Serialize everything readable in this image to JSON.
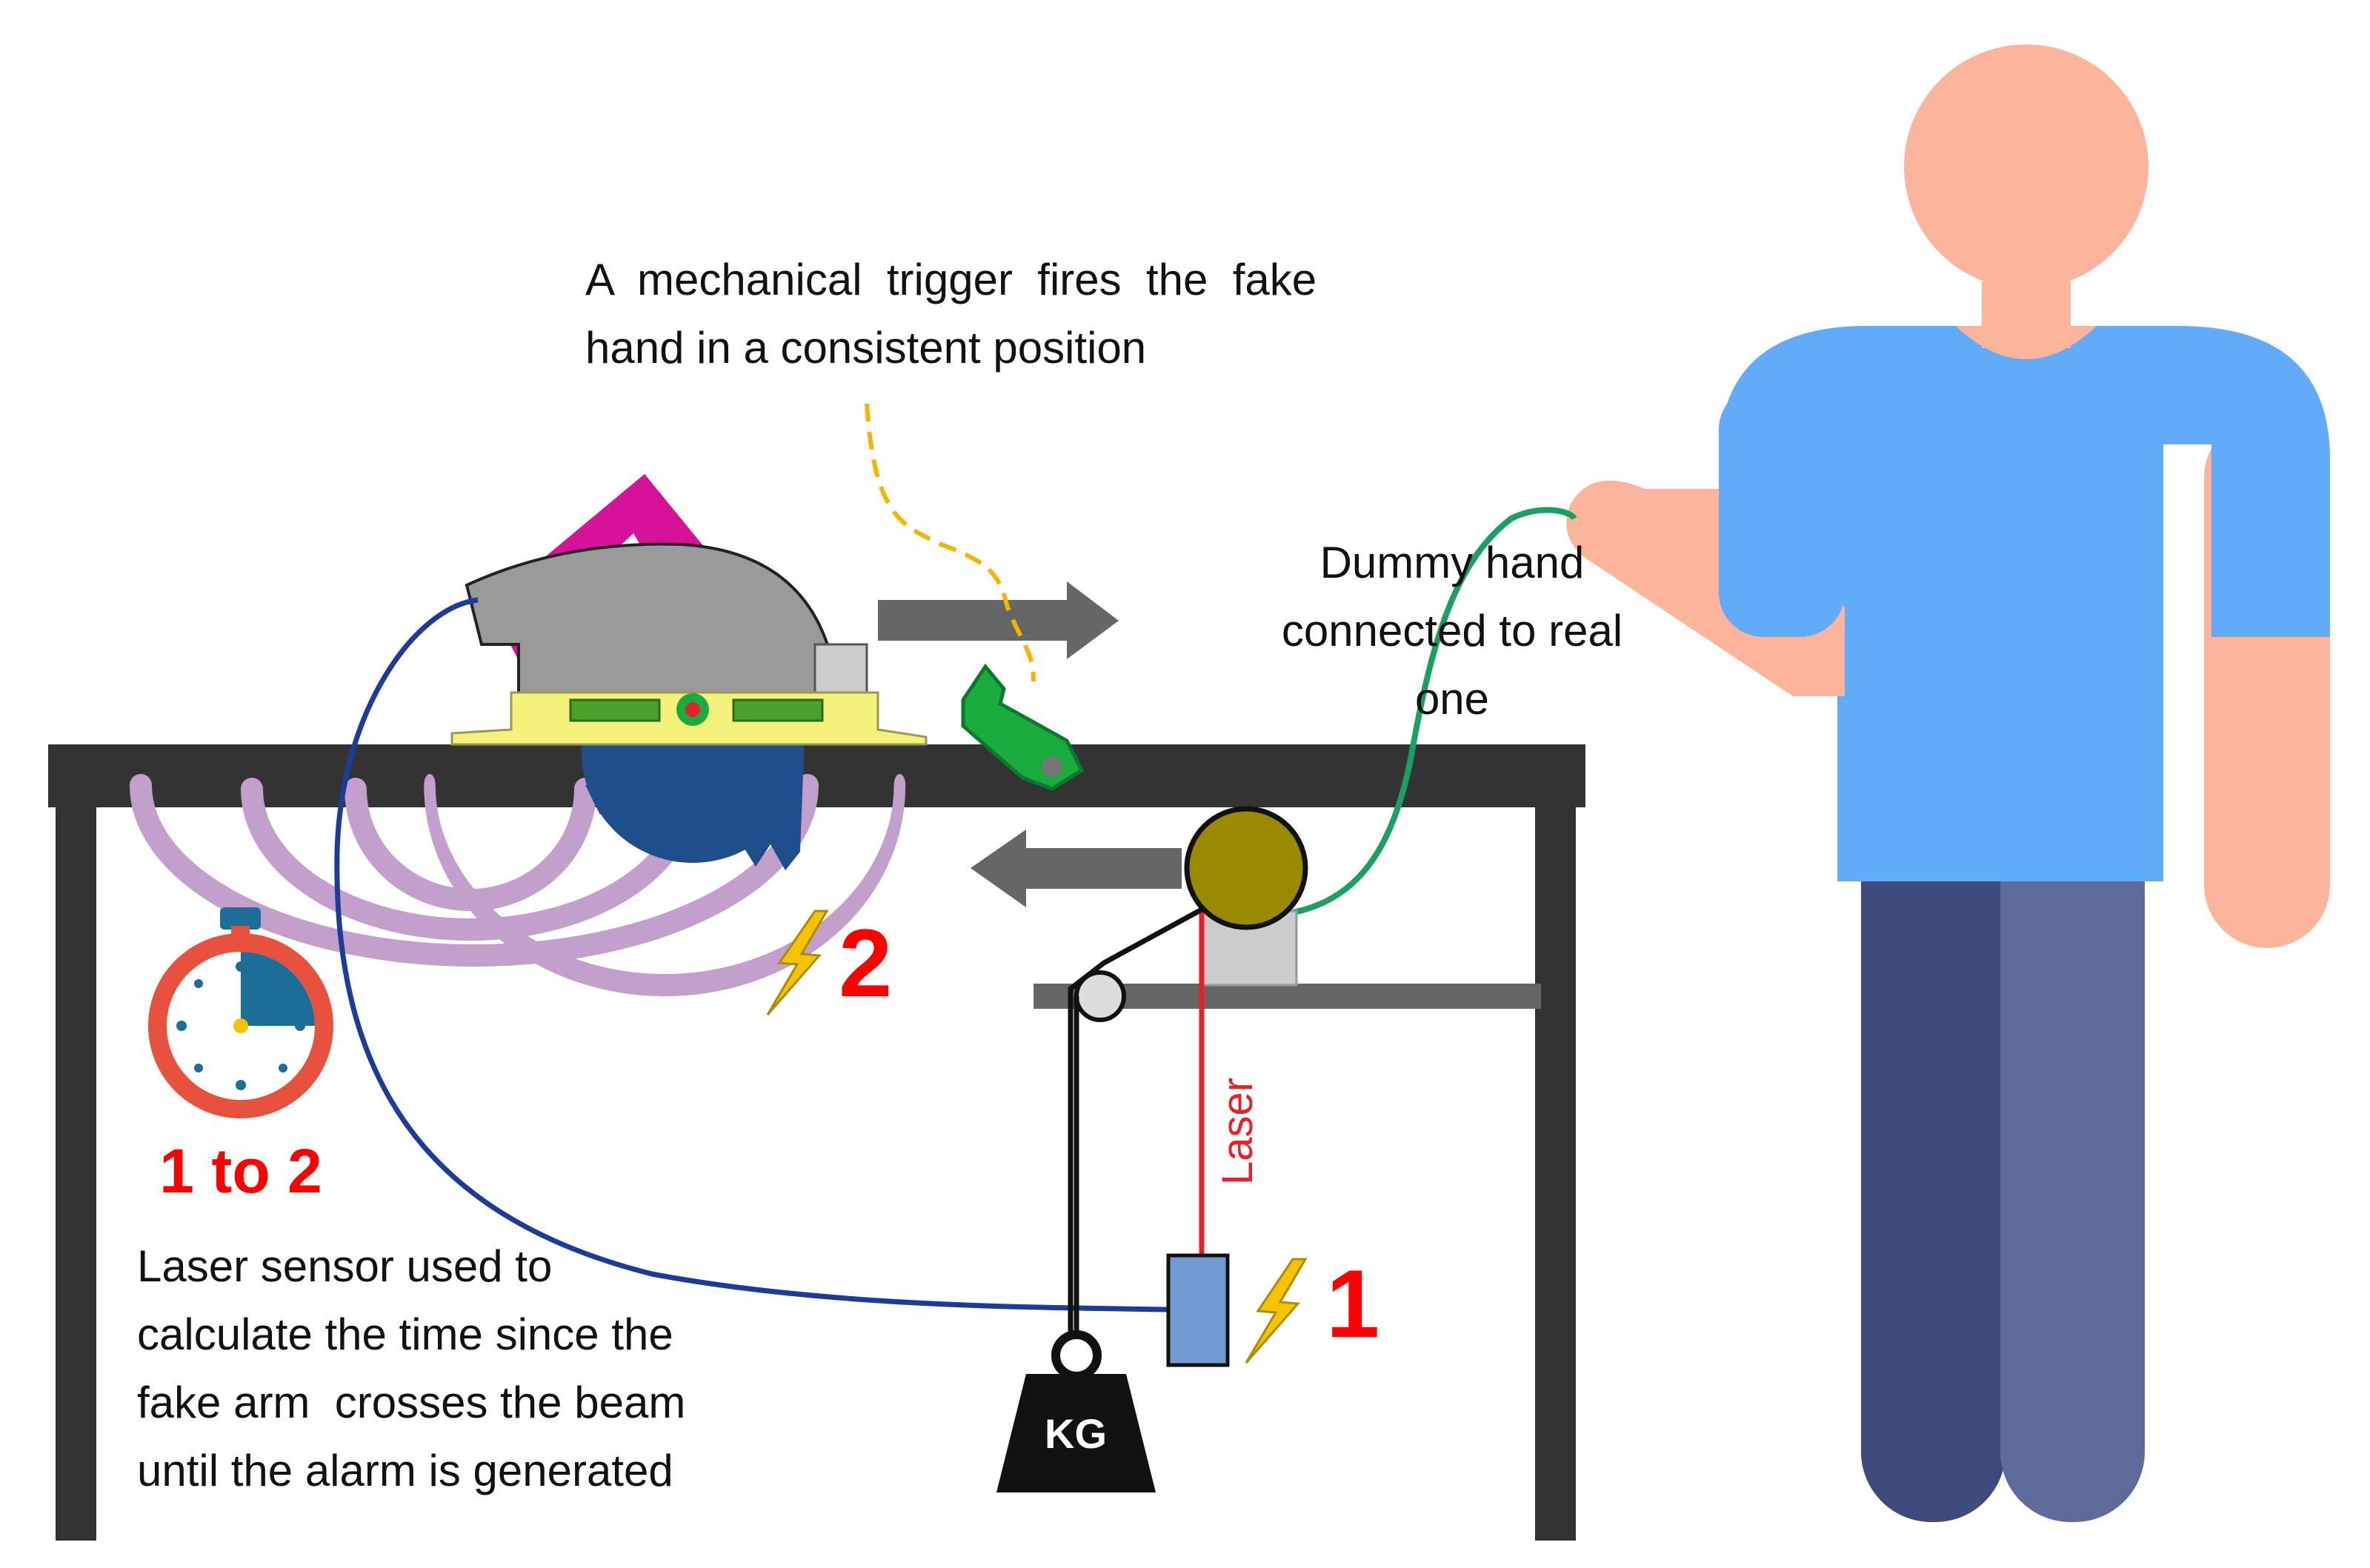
{
  "labels": {
    "trigger_line1": "A  mechanical  trigger  fires  the  fake",
    "trigger_line2": "hand in a consistent position",
    "dummy_line1": "Dummy hand",
    "dummy_line2": "connected to real",
    "dummy_line3": "one",
    "laser": "Laser",
    "marker_one": "1",
    "marker_two": "2",
    "timer_caption": "1 to 2",
    "sensor_line1": "Laser sensor used to",
    "sensor_line2": "calculate the time since the",
    "sensor_line3": "fake arm  crosses the beam",
    "sensor_line4": "until the alarm is generated",
    "weight": "KG"
  },
  "colors": {
    "table": "#333333",
    "blade": "#1f4e8c",
    "saw_guard": "#9a9a9a",
    "saw_handle": "#d6119a",
    "saw_base": "#f4f27a",
    "waves": "#c39fcc",
    "arrow": "#666666",
    "trigger": "#1aab3f",
    "trigger_wire": "#f5b400",
    "sensor_cable": "#1f3b99",
    "hand_wire": "#1aa060",
    "laser": "#e8202a",
    "pulley": "#9a8a00",
    "sensor": "#6f9cd2",
    "lightning": "#f5c400",
    "red_text": "#ff0000",
    "timer": "#e8513e",
    "timer_wedge": "#1c6e99",
    "skin": "#fcb59c",
    "shirt": "#62abf8",
    "leg_left": "#3f4a7d",
    "leg_right": "#5f6b9a"
  }
}
